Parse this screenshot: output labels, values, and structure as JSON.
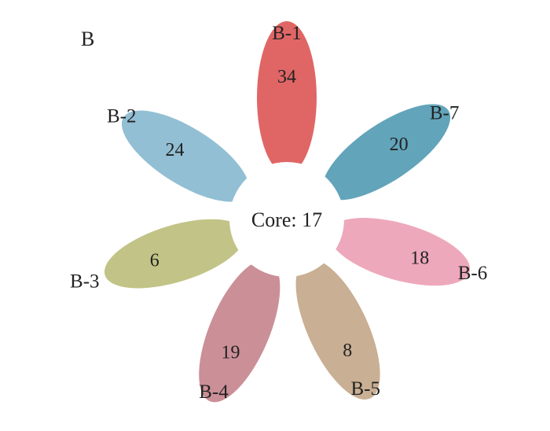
{
  "panel_label": "B",
  "core": {
    "label": "Core: 17",
    "value": 17
  },
  "petals": [
    {
      "name": "B-1",
      "value": 34,
      "color": "#e06665"
    },
    {
      "name": "B-7",
      "value": 20,
      "color": "#62a4ba"
    },
    {
      "name": "B-6",
      "value": 18,
      "color": "#eea8bb"
    },
    {
      "name": "B-5",
      "value": 8,
      "color": "#c9af93"
    },
    {
      "name": "B-4",
      "value": 19,
      "color": "#cb8f97"
    },
    {
      "name": "B-3",
      "value": 6,
      "color": "#c1c486"
    },
    {
      "name": "B-2",
      "value": 24,
      "color": "#92bfd4"
    }
  ],
  "core_color": "#ffffff"
}
